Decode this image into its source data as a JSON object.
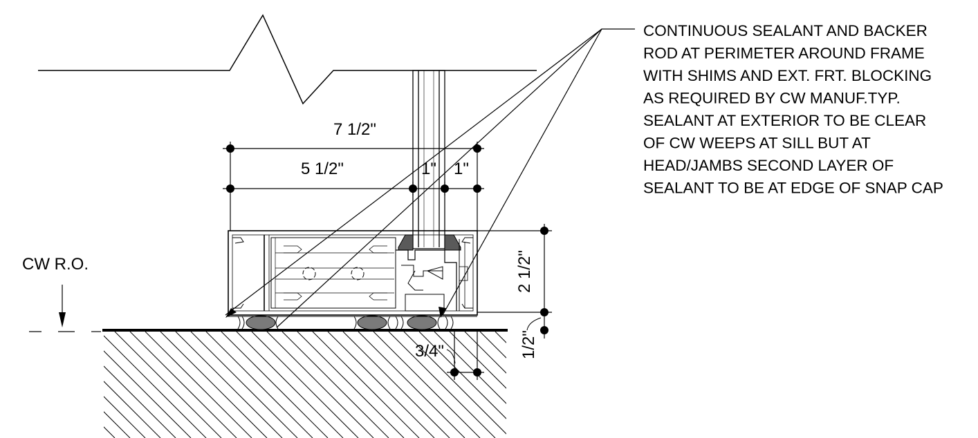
{
  "labels": {
    "cw_ro": "CW R.O.",
    "dim_overall_width": "7 1/2\"",
    "dim_inner_width": "5 1/2\"",
    "dim_glass_offset_1": "1\"",
    "dim_glass_offset_2": "1\"",
    "dim_frame_height": "2 1/2\"",
    "dim_shim_gap": "1/2\"",
    "dim_edge_setback": "3/4\""
  },
  "note": {
    "lines": [
      "CONTINUOUS SEALANT AND BACKER",
      "ROD AT PERIMETER AROUND FRAME",
      "WITH SHIMS AND EXT. FRT. BLOCKING",
      "AS REQUIRED BY CW MANUF.TYP.",
      "SEALANT AT EXTERIOR TO BE CLEAR",
      "OF CW WEEPS AT SILL BUT AT",
      "HEAD/JAMBS SECOND LAYER OF",
      "SEALANT TO BE AT EDGE OF SNAP CAP"
    ]
  },
  "colors": {
    "line": "#000000",
    "backer_rod": "#7a7a7a",
    "background": "#ffffff"
  }
}
